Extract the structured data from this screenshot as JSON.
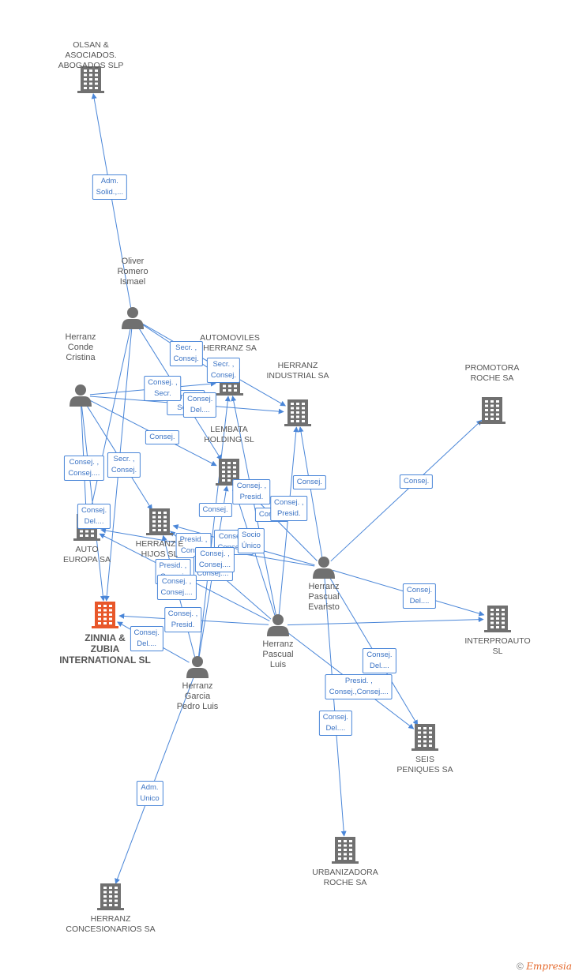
{
  "diagram": {
    "colors": {
      "edge": "#4a86d8",
      "node": "#707070",
      "focus": "#e8572a"
    },
    "nodes": [
      {
        "id": "olsan",
        "kind": "company",
        "label": "OLSAN &\nASOCIADOS.\nABOGADOS SLP"
      },
      {
        "id": "promotora",
        "kind": "company",
        "label": "PROMOTORA\nROCHE SA"
      },
      {
        "id": "automoviles",
        "kind": "company",
        "label": "AUTOMOVILES\nHERRANZ SA"
      },
      {
        "id": "industrial",
        "kind": "company",
        "label": "HERRANZ\nINDUSTRIAL SA"
      },
      {
        "id": "lembata",
        "kind": "company",
        "label": "LEMBATA\nHOLDING SL"
      },
      {
        "id": "autoeuropa",
        "kind": "company",
        "label": "AUTO\nEUROPA SA"
      },
      {
        "id": "hijos",
        "kind": "company",
        "label": "HERRANZ E\nHIJOS SL"
      },
      {
        "id": "zinnia",
        "kind": "focus",
        "label": "ZINNIA &\nZUBIA\nINTERNATIONAL SL"
      },
      {
        "id": "interproauto",
        "kind": "company",
        "label": "INTERPROAUTO SL"
      },
      {
        "id": "seis",
        "kind": "company",
        "label": "SEIS\nPENIQUES SA"
      },
      {
        "id": "urbanizadora",
        "kind": "company",
        "label": "URBANIZADORA\nROCHE SA"
      },
      {
        "id": "concesionarios",
        "kind": "company",
        "label": "HERRANZ\nCONCESIONARIOS SA"
      },
      {
        "id": "oliver",
        "kind": "person",
        "label": "Oliver\nRomero\nIsmael"
      },
      {
        "id": "cristina",
        "kind": "person",
        "label": "Herranz\nConde\nCristina"
      },
      {
        "id": "evaristo",
        "kind": "person",
        "label": "Herranz\nPascual\nEvaristo"
      },
      {
        "id": "luis",
        "kind": "person",
        "label": "Herranz\nPascual\nLuis"
      },
      {
        "id": "pedro",
        "kind": "person",
        "label": "Herranz\nGarcia\nPedro Luis"
      }
    ],
    "edges": [
      {
        "from": "oliver",
        "to": "olsan",
        "label": "Adm.\nSolid.,..."
      },
      {
        "from": "oliver",
        "to": "automoviles",
        "label": "Secr. ,\nConsej."
      },
      {
        "from": "oliver",
        "to": "industrial",
        "label": "Secr. ,\nConsej."
      },
      {
        "from": "oliver",
        "to": "lembata",
        "label": "Consej. ,\nSecr."
      },
      {
        "from": "oliver",
        "to": "zinnia",
        "label": ""
      },
      {
        "from": "oliver",
        "to": "autoeuropa",
        "label": ""
      },
      {
        "from": "cristina",
        "to": "automoviles",
        "label": "Consej. ,\nSecr."
      },
      {
        "from": "cristina",
        "to": "industrial",
        "label": "Consej.\nDel...."
      },
      {
        "from": "cristina",
        "to": "lembata",
        "label": "Consej."
      },
      {
        "from": "cristina",
        "to": "hijos",
        "label": "Secr. ,\nConsej."
      },
      {
        "from": "cristina",
        "to": "autoeuropa",
        "label": "Consej. ,\nConsej...."
      },
      {
        "from": "cristina",
        "to": "zinnia",
        "label": "Consej.\nDel...."
      },
      {
        "from": "evaristo",
        "to": "promotora",
        "label": "Consej."
      },
      {
        "from": "evaristo",
        "to": "industrial",
        "label": "Consej."
      },
      {
        "from": "evaristo",
        "to": "lembata",
        "label": "Consej."
      },
      {
        "from": "evaristo",
        "to": "hijos",
        "label": "Consej. ,\nConsej...."
      },
      {
        "from": "evaristo",
        "to": "autoeuropa",
        "label": "Presid. ,\nConsej."
      },
      {
        "from": "evaristo",
        "to": "interproauto",
        "label": "Consej.\nDel...."
      },
      {
        "from": "evaristo",
        "to": "seis",
        "label": "Consej.\nDel...."
      },
      {
        "from": "evaristo",
        "to": "urbanizadora",
        "label": "Consej.\nDel...."
      },
      {
        "from": "luis",
        "to": "automoviles",
        "label": "Consej. ,\nPresid."
      },
      {
        "from": "luis",
        "to": "industrial",
        "label": "Consej. ,\nPresid."
      },
      {
        "from": "luis",
        "to": "lembata",
        "label": "Socio\nÚnico"
      },
      {
        "from": "luis",
        "to": "hijos",
        "label": "Consej. ,\nConsej...."
      },
      {
        "from": "luis",
        "to": "autoeuropa",
        "label": "Presid. ,\nConsej."
      },
      {
        "from": "luis",
        "to": "zinnia",
        "label": "Consej. ,\nPresid."
      },
      {
        "from": "luis",
        "to": "interproauto",
        "label": ""
      },
      {
        "from": "luis",
        "to": "seis",
        "label": "Presid. ,\nConsej.,Consej...."
      },
      {
        "from": "pedro",
        "to": "automoviles",
        "label": "Consej."
      },
      {
        "from": "pedro",
        "to": "lembata",
        "label": "Consej. ,\nConsej...."
      },
      {
        "from": "pedro",
        "to": "hijos",
        "label": "Consej. ,\nConsej...."
      },
      {
        "from": "pedro",
        "to": "zinnia",
        "label": "Consej.\nDel...."
      },
      {
        "from": "pedro",
        "to": "concesionarios",
        "label": "Adm.\nUnico"
      }
    ]
  },
  "footer": {
    "copyright": "©",
    "brand": "Empresia"
  }
}
